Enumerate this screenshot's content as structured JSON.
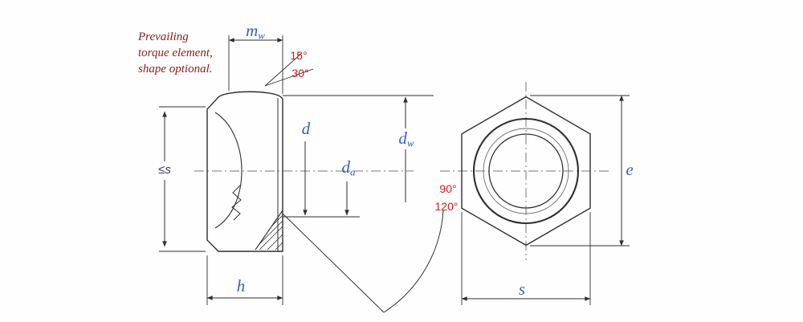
{
  "note": {
    "line1": "Prevailing",
    "line2": "torque element,",
    "line3": "shape optional."
  },
  "labels": {
    "mw": {
      "base": "m",
      "sub": "w"
    },
    "d": {
      "base": "d",
      "sub": ""
    },
    "da": {
      "base": "d",
      "sub": "a"
    },
    "dw": {
      "base": "d",
      "sub": "w"
    },
    "s_max": {
      "prefix": "≤",
      "base": "s"
    },
    "h": "h",
    "e": "e",
    "s": "s"
  },
  "angles": {
    "top_1": "15°",
    "top_2": "30°",
    "left_1": "90°",
    "left_2": "120°"
  },
  "colors": {
    "line": "#2f2f2f",
    "dimension_text": "#2f62c4",
    "note_text": "#8b1a1a",
    "angle_text": "#cc1d1d",
    "background": "#fefefe"
  }
}
